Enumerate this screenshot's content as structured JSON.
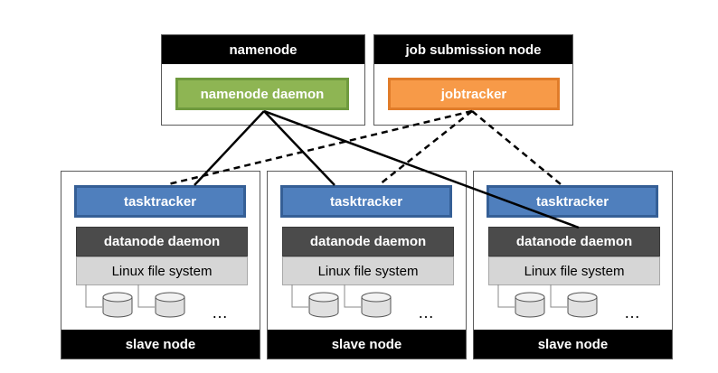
{
  "namenode": {
    "header": "namenode",
    "daemon": "namenode daemon"
  },
  "job_submission": {
    "header": "job submission node",
    "tracker": "jobtracker"
  },
  "slaves": [
    {
      "tasktracker": "tasktracker",
      "datanode": "datanode daemon",
      "fs": "Linux file system",
      "ellipsis": "…",
      "footer": "slave node"
    },
    {
      "tasktracker": "tasktracker",
      "datanode": "datanode daemon",
      "fs": "Linux file system",
      "ellipsis": "…",
      "footer": "slave node"
    },
    {
      "tasktracker": "tasktracker",
      "datanode": "datanode daemon",
      "fs": "Linux file system",
      "ellipsis": "…",
      "footer": "slave node"
    }
  ],
  "colors": {
    "namenode_daemon": "#8eb553",
    "jobtracker": "#f79a48",
    "tasktracker": "#4f7fbd",
    "datanode": "#4b4b4b",
    "filesystem": "#d6d6d6"
  }
}
